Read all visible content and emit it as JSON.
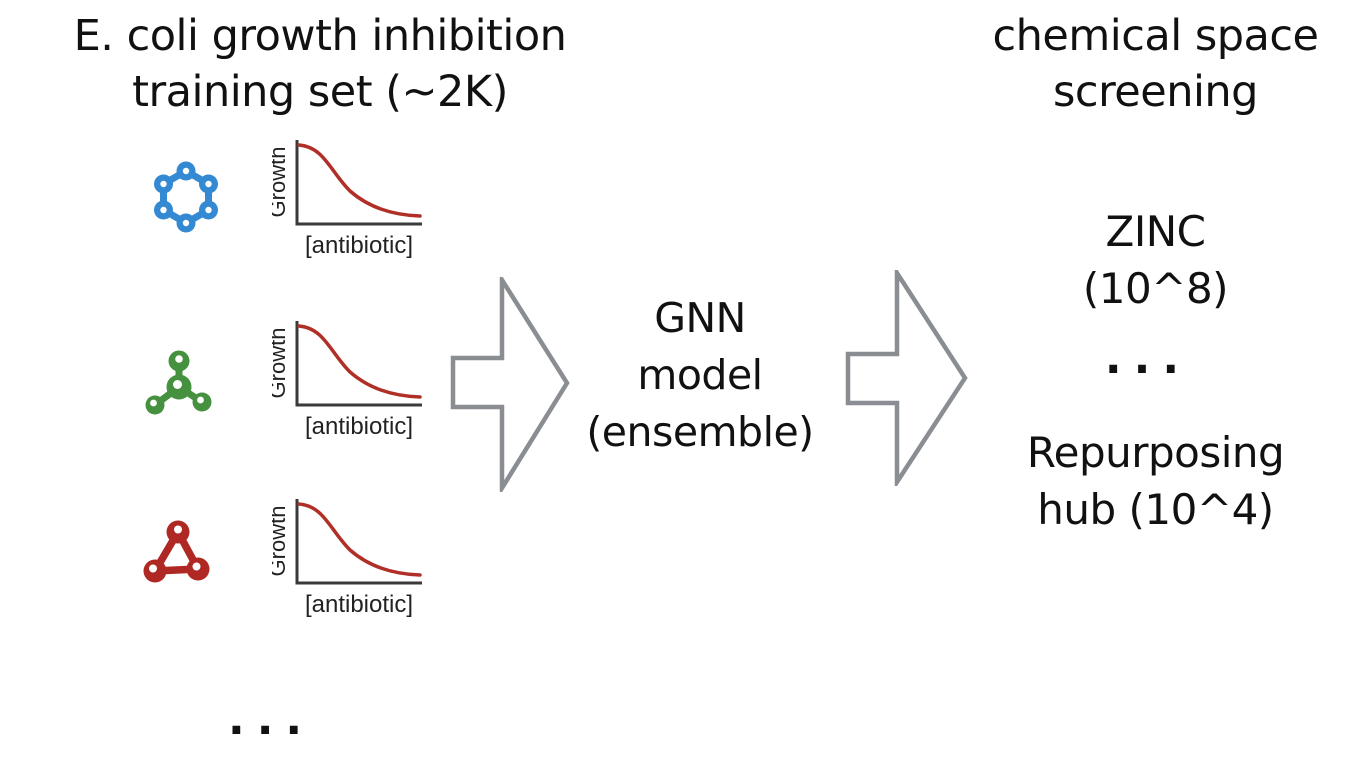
{
  "colors": {
    "molecule-blue": "#3489d3",
    "molecule-green": "#45913f",
    "molecule-red": "#b02824",
    "curve-red": "#b03028",
    "axis-dark": "#3a3a3a",
    "arrow-gray": "#8a8e93",
    "text-black": "#111111"
  },
  "left_panel": {
    "title_line1": "E. coli growth inhibition",
    "title_line2": "training set (~2K)",
    "ellipsis": "...",
    "molecules": [
      {
        "name": "blue-ring-molecule",
        "shape": "six-atom hexagonal ring",
        "color": "#3489d3"
      },
      {
        "name": "green-branched-molecule",
        "shape": "central atom with three bonded atoms",
        "color": "#45913f"
      },
      {
        "name": "red-triangle-molecule",
        "shape": "three-atom triangular ring",
        "color": "#b02824"
      }
    ],
    "chart": {
      "type": "line",
      "y_label": "Growth",
      "x_label": "[antibiotic]",
      "curve_color": "#b03028",
      "axis_color": "#3a3a3a",
      "description": "sigmoidal dose-response curve: growth starts high and decreases to near zero as antibiotic concentration increases",
      "repeated": 3
    }
  },
  "center": {
    "arrow_icon": "hollow-right-block-arrow",
    "model_line1": "GNN",
    "model_line2": "model",
    "model_line3": "(ensemble)"
  },
  "right_panel": {
    "title_line1": "chemical space",
    "title_line2": "screening",
    "zinc_line1": "ZINC",
    "zinc_line2": "(10^8)",
    "ellipsis": "...",
    "repurposing_line1": "Repurposing",
    "repurposing_line2": "hub (10^4)"
  }
}
